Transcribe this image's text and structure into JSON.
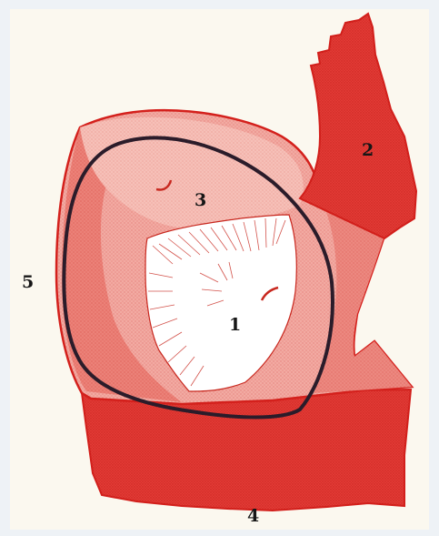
{
  "labels": {
    "l1": "1",
    "l2": "2",
    "l3": "3",
    "l4": "4",
    "l5": "5"
  },
  "colors": {
    "background": "#eef2f6",
    "paper": "#fbf8ef",
    "light_red": "#f2aaa2",
    "medium_red": "#e86b62",
    "dark_red": "#e23a35",
    "outline": "#d4201c",
    "loop": "#2b1c2a"
  }
}
